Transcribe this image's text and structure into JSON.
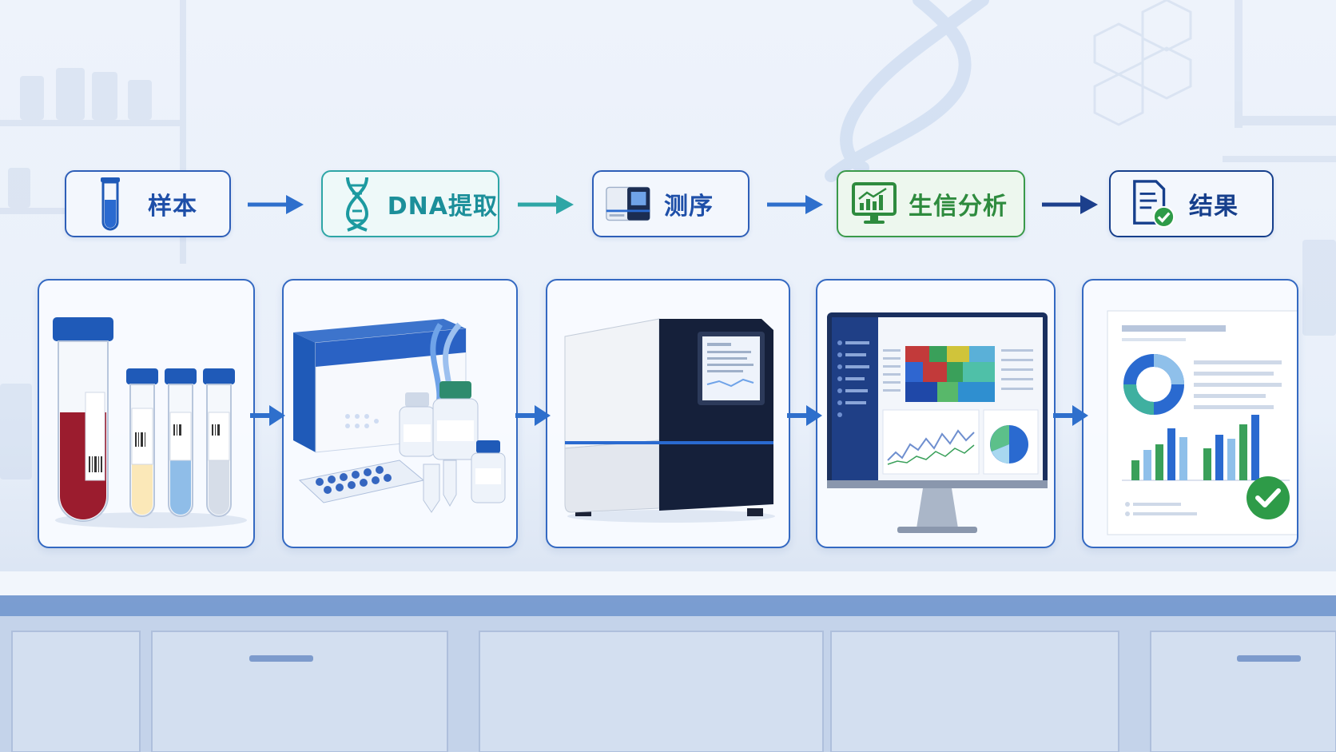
{
  "steps": [
    {
      "label": "样本",
      "icon": "test-tube-icon",
      "color": "#1f5ab8"
    },
    {
      "label": "DNA提取",
      "icon": "dna-icon",
      "color": "#1c8f9a"
    },
    {
      "label": "测序",
      "icon": "sequencer-icon",
      "color": "#1f5ab8"
    },
    {
      "label": "生信分析",
      "icon": "monitor-chart-icon",
      "color": "#2e8b3e"
    },
    {
      "label": "结果",
      "icon": "report-check-icon",
      "color": "#163f8c"
    }
  ],
  "colors": {
    "primary": "#2e5fb8",
    "teal": "#2ea6a6",
    "green": "#3a9a4a",
    "navy": "#163f8c",
    "blood": "#9b1c2e"
  }
}
